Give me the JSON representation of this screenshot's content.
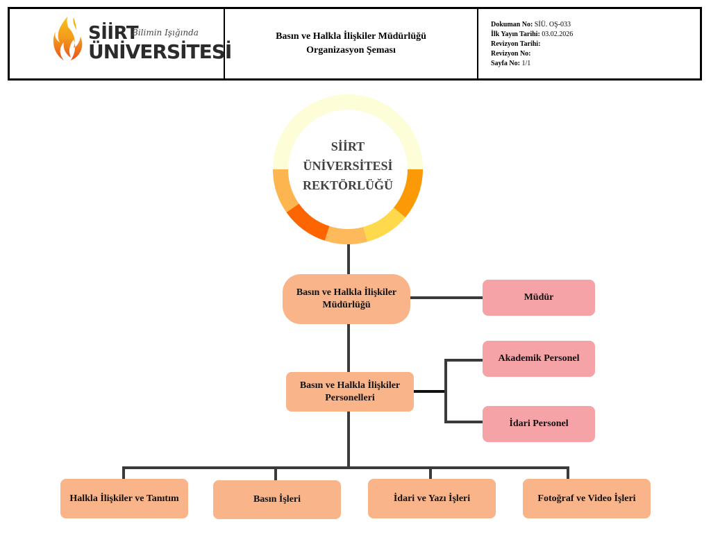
{
  "header": {
    "logo": {
      "line1": "SİİRT",
      "tagline": "Bilimin Işığında",
      "line2": "ÜNİVERSİTESİ",
      "icon": "flame-logo-icon"
    },
    "title_line1": "Basın ve Halkla İlişkiler Müdürlüğü",
    "title_line2": "Organizasyon Şeması",
    "meta": [
      {
        "label": "Dokuman No:",
        "value": "SİÜ. OŞ-033"
      },
      {
        "label": "İlk Yayın Tarihi:",
        "value": "03.02.2026"
      },
      {
        "label": "Revizyon Tarihi:",
        "value": ""
      },
      {
        "label": "Revizyon No:",
        "value": ""
      },
      {
        "label": "Sayfa No:",
        "value": "1/1"
      }
    ]
  },
  "chart": {
    "root": {
      "lines": [
        "SİİRT",
        "ÜNİVERSİTESİ",
        "REKTÖRLÜĞÜ"
      ],
      "ring_colors": [
        "#fdfdd8",
        "#fb9a06",
        "#fdd94b",
        "#fdb95a",
        "#fd6500",
        "#fdb54f"
      ]
    },
    "directorate": "Basın ve Halkla İlişkiler Müdürlüğü",
    "manager": "Müdür",
    "staff": "Basın ve Halkla İlişkiler Personelleri",
    "staff_types": [
      "Akademik Personel",
      "İdari Personel"
    ],
    "units": [
      "Halkla İlişkiler ve Tanıtım",
      "Basın İşleri",
      "İdari ve Yazı İşleri",
      "Fotoğraf ve Video İşleri"
    ],
    "colors": {
      "peach": "#f9b48a",
      "pink": "#f5a3a6",
      "connector": "#3a3a3a"
    }
  }
}
